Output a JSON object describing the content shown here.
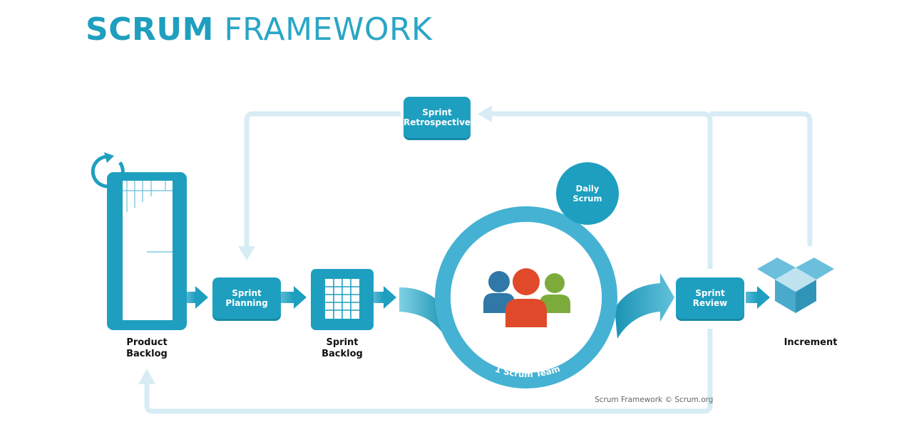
{
  "title": {
    "bold": "SCRUM",
    "light": "FRAMEWORK"
  },
  "nodes": {
    "sprint_retrospective": "Sprint Retrospective",
    "daily_scrum": "Daily Scrum",
    "sprint_planning": "Sprint Planning",
    "sprint_review": "Sprint Review",
    "product_backlog": "Product Backlog",
    "sprint_backlog": "Sprint Backlog",
    "increment": "Increment",
    "scrum_team": "1 Scrum Team"
  },
  "credit": "Scrum Framework © Scrum.org",
  "colors": {
    "primary": "#1e9fbf",
    "light_arrow": "#d7ecf4",
    "person_orange": "#e04a2a",
    "person_blue": "#2f78a8",
    "person_green": "#7cab3b",
    "box_light": "#6bbfdc"
  }
}
